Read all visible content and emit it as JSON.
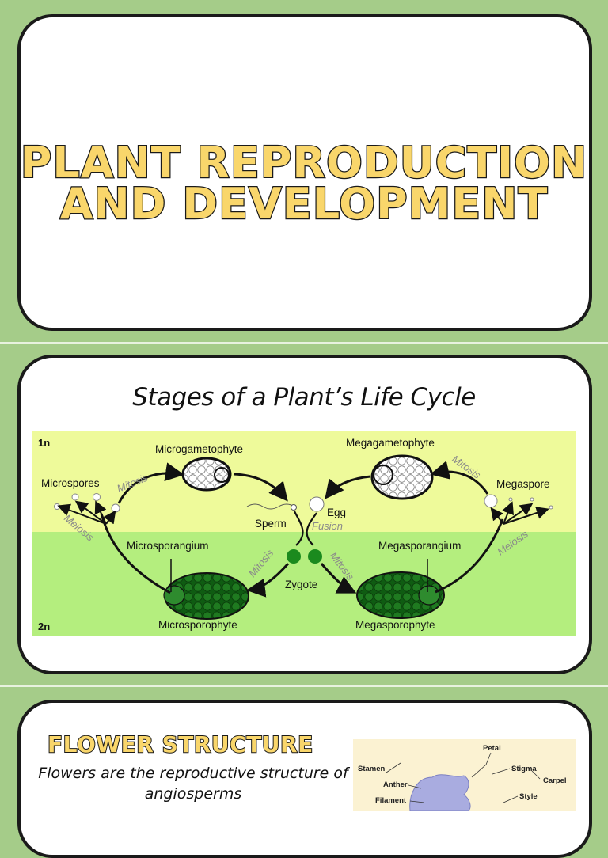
{
  "slide1": {
    "title_line1": "PLANT REPRODUCTION",
    "title_line2": "AND DEVELOPMENT"
  },
  "slide2": {
    "title": "Stages of a Plant’s Life Cycle",
    "diagram": {
      "ploidy_top": "1n",
      "ploidy_bottom": "2n",
      "labels": {
        "microgametophyte": "Microgametophyte",
        "megagametophyte": "Megagametophyte",
        "microspores": "Microspores",
        "megaspore": "Megaspore",
        "sperm": "Sperm",
        "egg": "Egg",
        "fusion": "Fusion",
        "zygote": "Zygote",
        "microsporangium": "Microsporangium",
        "megasporangium": "Megasporangium",
        "microsporophyte": "Microsporophyte",
        "megasporophyte": "Megasporophyte",
        "mitosis_left": "Mitosis",
        "mitosis_right": "Mitosis",
        "meiosis_left": "Meiosis",
        "meiosis_right": "Meiosis",
        "mitosis_zygote_left": "Mitosis",
        "mitosis_zygote_right": "Mitosis"
      },
      "colors": {
        "haploid_band": "#eefa9a",
        "diploid_band": "#b4ee7e",
        "sporophyte": "#0f5c12"
      }
    }
  },
  "slide3": {
    "title": "FLOWER STRUCTURE",
    "subtitle": "Flowers are the reproductive structure of angiosperms",
    "flower_labels": {
      "petal": "Petal",
      "stamen": "Stamen",
      "anther": "Anther",
      "filament": "Filament",
      "stigma": "Stigma",
      "carpel": "Carpel",
      "style": "Style"
    }
  }
}
